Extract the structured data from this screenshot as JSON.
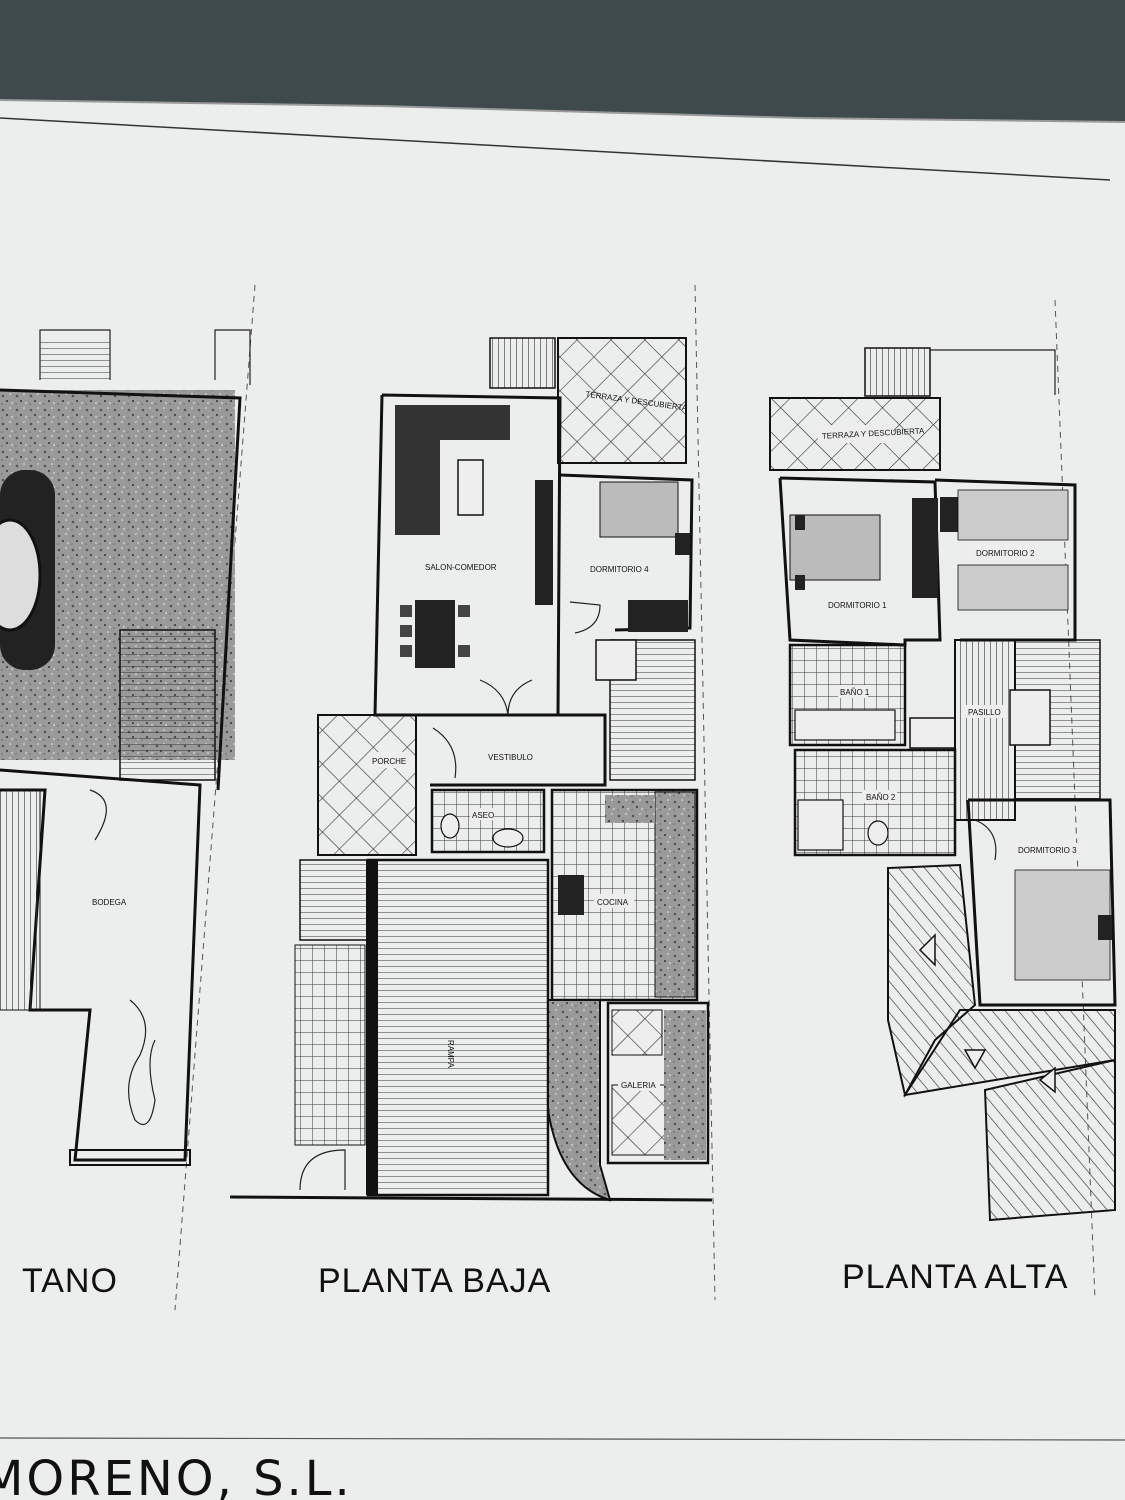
{
  "plans": {
    "left_label": "TANO",
    "center_label": "PLANTA BAJA",
    "right_label": "PLANTA ALTA"
  },
  "sotano": {
    "bodega": "BODEGA"
  },
  "planta_baja": {
    "terraza": "TERRAZA Y DESCUBIERTA",
    "salon": "SALON-COMEDOR",
    "dormitorio4": "DORMITORIO 4",
    "porche": "PORCHE",
    "vestibulo": "VESTIBULO",
    "aseo": "ASEO",
    "cocina": "COCINA",
    "rampa": "RAMPA",
    "galeria": "GALERIA"
  },
  "planta_alta": {
    "terraza": "TERRAZA Y DESCUBIERTA",
    "dormitorio1": "DORMITORIO 1",
    "dormitorio2": "DORMITORIO 2",
    "dormitorio3": "DORMITORIO 3",
    "bano1": "BAÑO 1",
    "bano2": "BAÑO 2",
    "pasillo": "PASILLO"
  },
  "company": "MORENO, S.L.",
  "colors": {
    "background": "#3e4a4b",
    "paper": "#eceeed",
    "ink": "#111111"
  }
}
